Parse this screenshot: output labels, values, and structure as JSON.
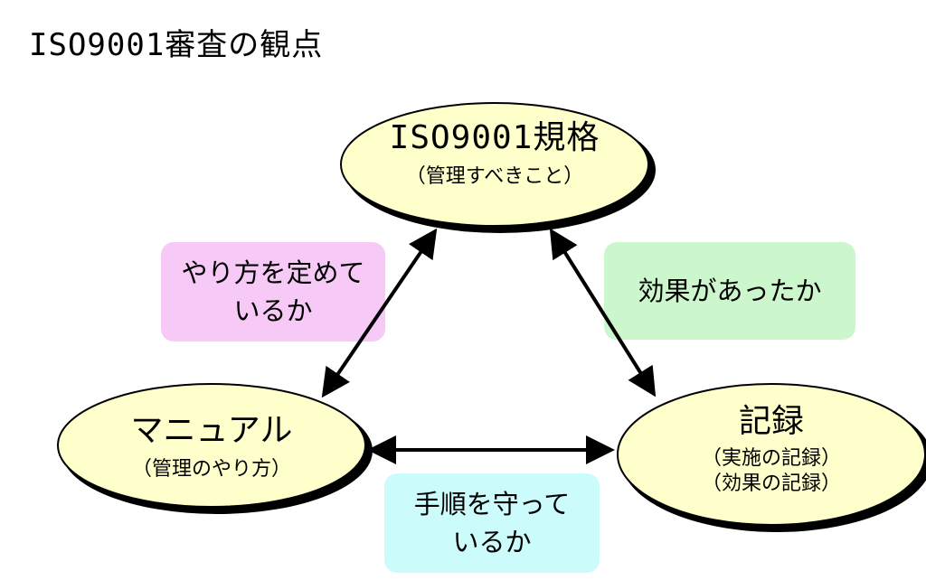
{
  "title": "ISO9001審査の観点",
  "nodes": {
    "standard": {
      "title": "ISO9001規格",
      "subtitle": "（管理すべきこと）"
    },
    "manual": {
      "title": "マニュアル",
      "subtitle": "（管理のやり方）"
    },
    "records": {
      "title": "記録",
      "subtitle_1": "（実施の記録）",
      "subtitle_2": "（効果の記録）"
    }
  },
  "labels": {
    "left": {
      "line1": "やり方を定めて",
      "line2": "いるか"
    },
    "right": {
      "line1": "効果があったか"
    },
    "bottom": {
      "line1": "手順を守って",
      "line2": "いるか"
    }
  },
  "colors": {
    "node_fill": "#ffffcc",
    "label_left": "#f7c9f7",
    "label_right": "#ccf7cc",
    "label_bottom": "#ccfbfb"
  }
}
